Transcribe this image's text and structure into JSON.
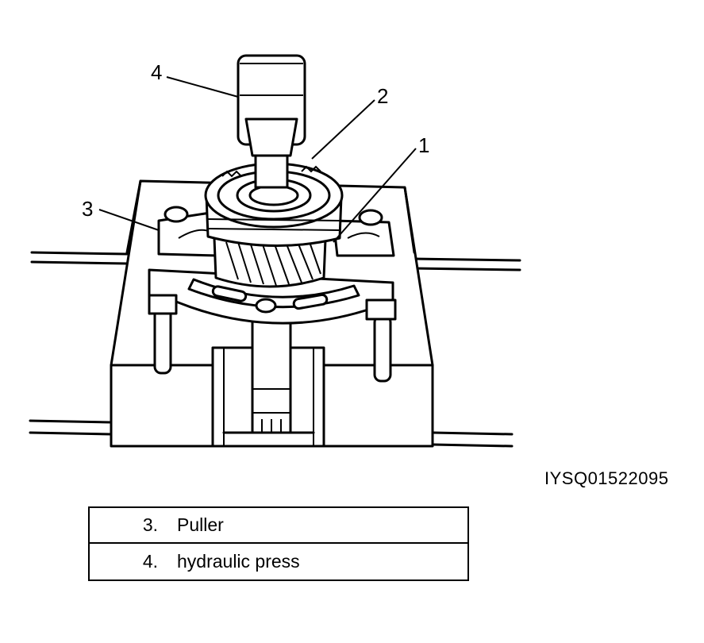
{
  "callouts": [
    {
      "number": "1"
    },
    {
      "number": "2"
    },
    {
      "number": "3"
    },
    {
      "number": "4"
    }
  ],
  "figure_id": "IYSQ01522095",
  "legend": [
    {
      "number": "3.",
      "label": "Puller"
    },
    {
      "number": "4.",
      "label": "hydraulic press"
    }
  ]
}
